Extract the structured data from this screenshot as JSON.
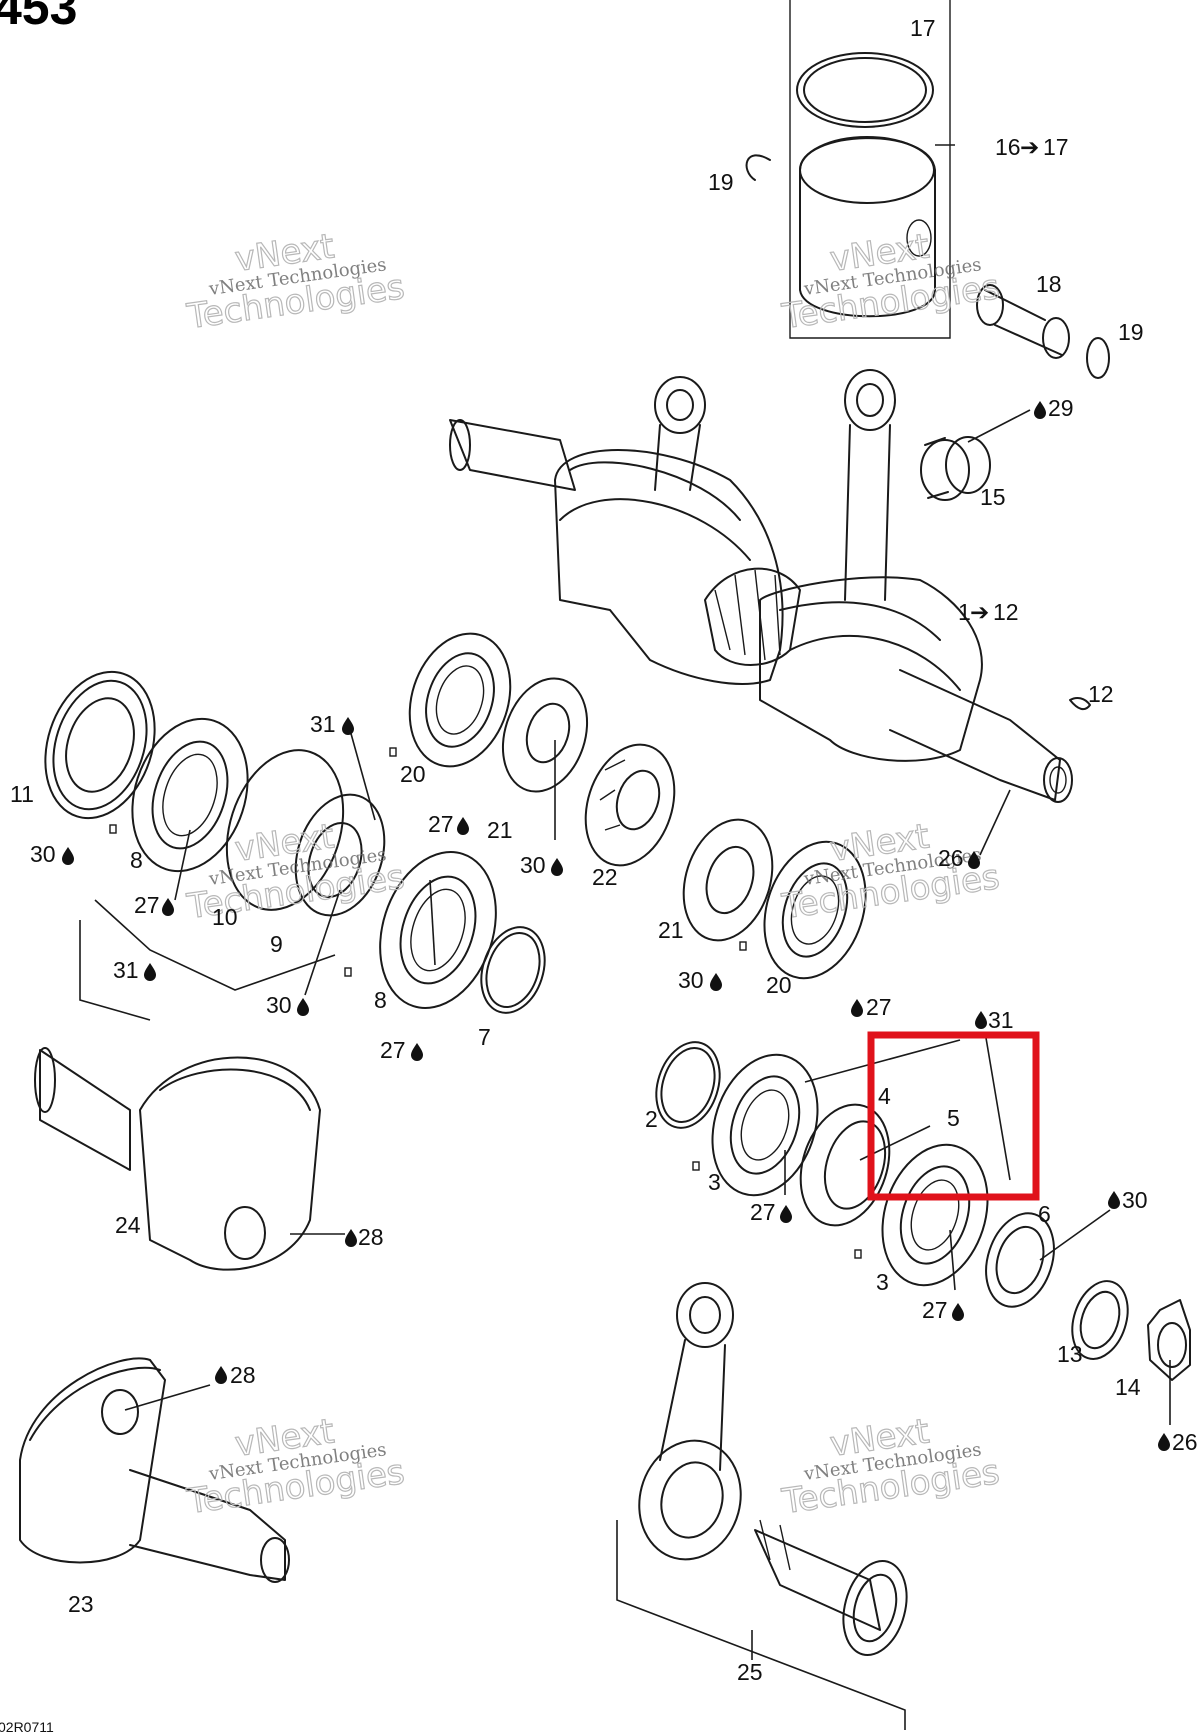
{
  "diagram_title": "453",
  "figure_code": "02R0711",
  "watermark": {
    "line1": "vNext Technologies",
    "line2": "Technologies",
    "line0": "vNext"
  },
  "labels": {
    "p17": "17",
    "p16": "16",
    "p17b": "17",
    "p19a": "19",
    "p18": "18",
    "p19b": "19",
    "p29": "29",
    "p15": "15",
    "p1": "1",
    "p12a": "12",
    "p12b": "12",
    "p11": "11",
    "p30a": "30",
    "p8a": "8",
    "p27a": "27",
    "p10": "10",
    "p31a": "31",
    "p9": "9",
    "p31b": "31",
    "p30b": "30",
    "p20a": "20",
    "p27b": "27",
    "p21a": "21",
    "p30c": "30",
    "p22": "22",
    "p26a": "26",
    "p8b": "8",
    "p27c": "27",
    "p7": "7",
    "p21b": "21",
    "p30d": "30",
    "p20b": "20",
    "p27d": "27",
    "p2": "2",
    "p4": "4",
    "p5": "5",
    "p31c": "31",
    "p3a": "3",
    "p27e": "27",
    "p6": "6",
    "p30e": "30",
    "p3b": "3",
    "p27f": "27",
    "p13": "13",
    "p14": "14",
    "p26b": "26",
    "p24": "24",
    "p28a": "28",
    "p28b": "28",
    "p23": "23",
    "p25": "25"
  },
  "highlight_color": "#e0121b"
}
